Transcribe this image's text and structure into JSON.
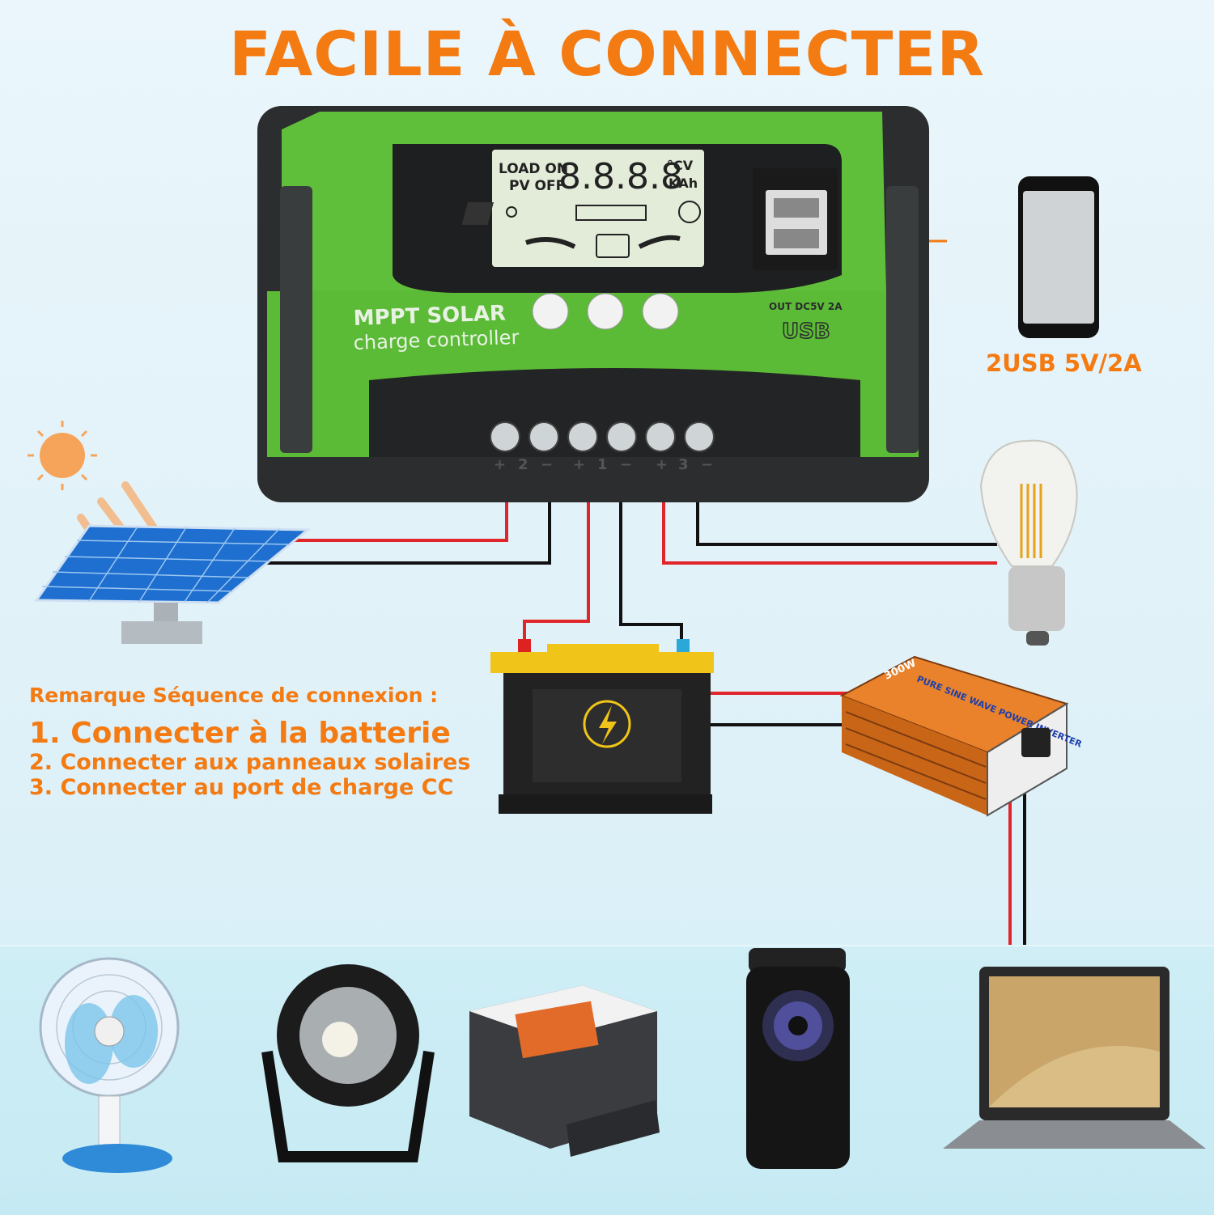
{
  "title": "FACILE À CONNECTER",
  "usb": {
    "label": "2USB 5V/2A"
  },
  "controller": {
    "brand": "MPPT SOLAR",
    "subtitle": "charge controller",
    "lcd_load_on": "LOAD ON",
    "lcd_pv_off": "PV OFF",
    "lcd_digits": "8.8.8.8",
    "lcd_unit1": "°CV",
    "lcd_unit2": "KAh",
    "usb_out": "OUT DC5V 2A",
    "usb_mark": "USB",
    "terminal_labels": [
      "+",
      "2",
      "−",
      "+",
      "1",
      "−",
      "+",
      "3",
      "−"
    ]
  },
  "notes": {
    "heading": "Remarque Séquence de connexion :",
    "steps": [
      "1. Connecter à la batterie",
      "2. Connecter aux panneaux solaires",
      "3. Connecter au port de charge CC"
    ]
  },
  "inverter": {
    "rating": "300W",
    "label": "PURE SINE WAVE POWER INVERTER"
  },
  "colors": {
    "accent": "#f47a12",
    "controller_green": "#5fbf3a",
    "wire_red": "#e0262a",
    "wire_black": "#111111"
  }
}
